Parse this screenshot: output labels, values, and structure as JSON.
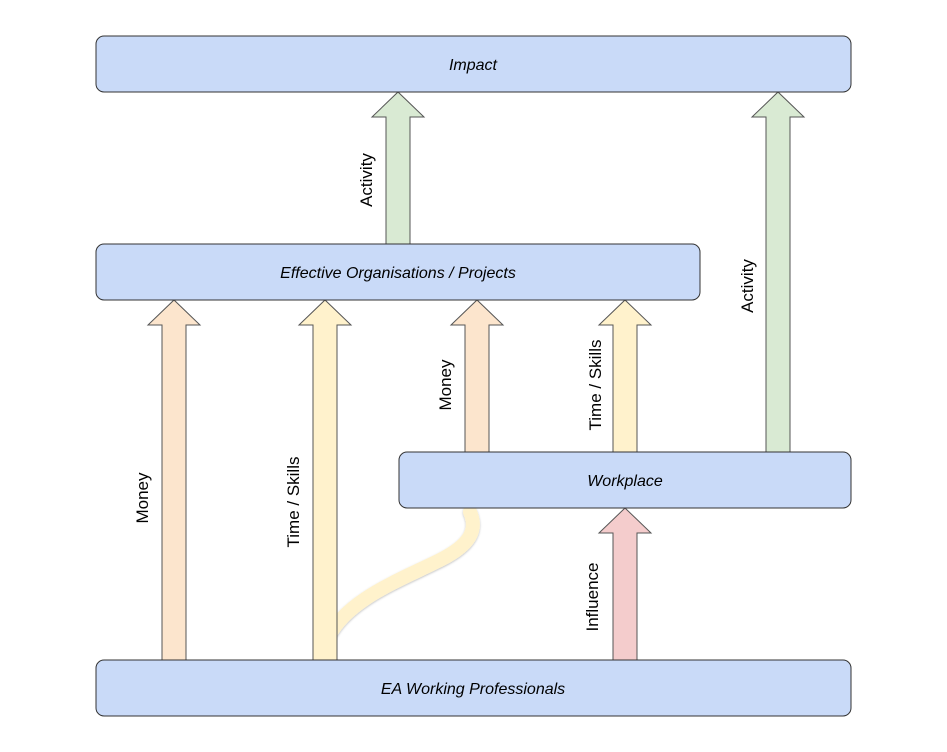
{
  "boxes": {
    "impact": "Impact",
    "orgs": "Effective Organisations / Projects",
    "workplace": "Workplace",
    "professionals": "EA Working Professionals"
  },
  "arrows": {
    "money_to_orgs": "Money",
    "time_to_orgs": "Time / Skills",
    "workplace_money": "Money",
    "workplace_time": "Time / Skills",
    "influence": "Influence",
    "orgs_activity": "Activity",
    "workplace_activity": "Activity"
  },
  "colors": {
    "box_fill": "#c9daf8",
    "money": "#fce5cd",
    "time_skills": "#fff2cc",
    "activity": "#d9ead3",
    "influence": "#f4cccc"
  }
}
